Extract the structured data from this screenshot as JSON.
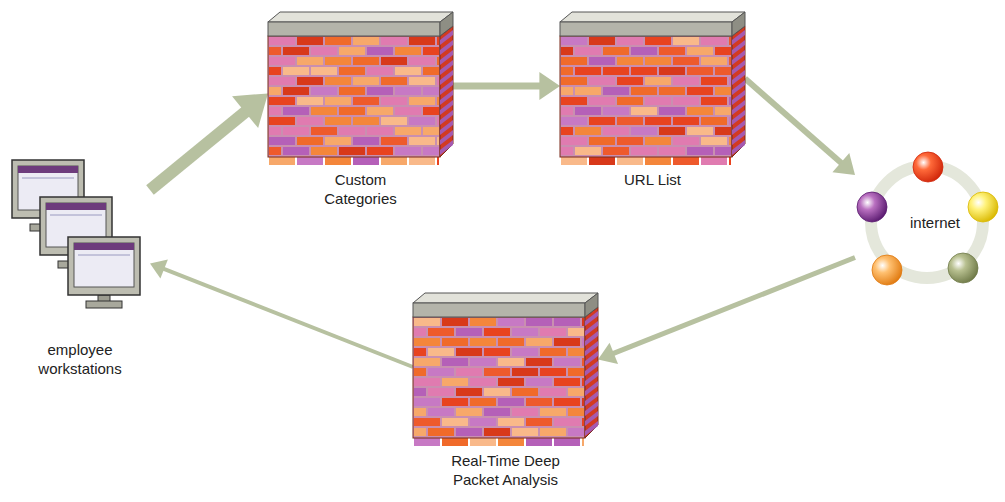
{
  "diagram": {
    "nodes": [
      {
        "text": [
          "employee workstations"
        ]
      },
      {
        "text": [
          "Custom Categories"
        ]
      },
      {
        "text": [
          "URL List"
        ]
      },
      {
        "text": [
          "internet"
        ]
      },
      {
        "text": [
          "Real-Time Deep Packet Analysis"
        ]
      }
    ],
    "edges": [
      {
        "from": 0,
        "to": 1,
        "arrow": "to"
      },
      {
        "from": 1,
        "to": 2,
        "arrow": "to"
      },
      {
        "from": 2,
        "to": 3,
        "arrow": "to"
      },
      {
        "from": 3,
        "to": 4,
        "arrow": "to"
      },
      {
        "from": 4,
        "to": 0,
        "arrow": "to"
      }
    ]
  }
}
